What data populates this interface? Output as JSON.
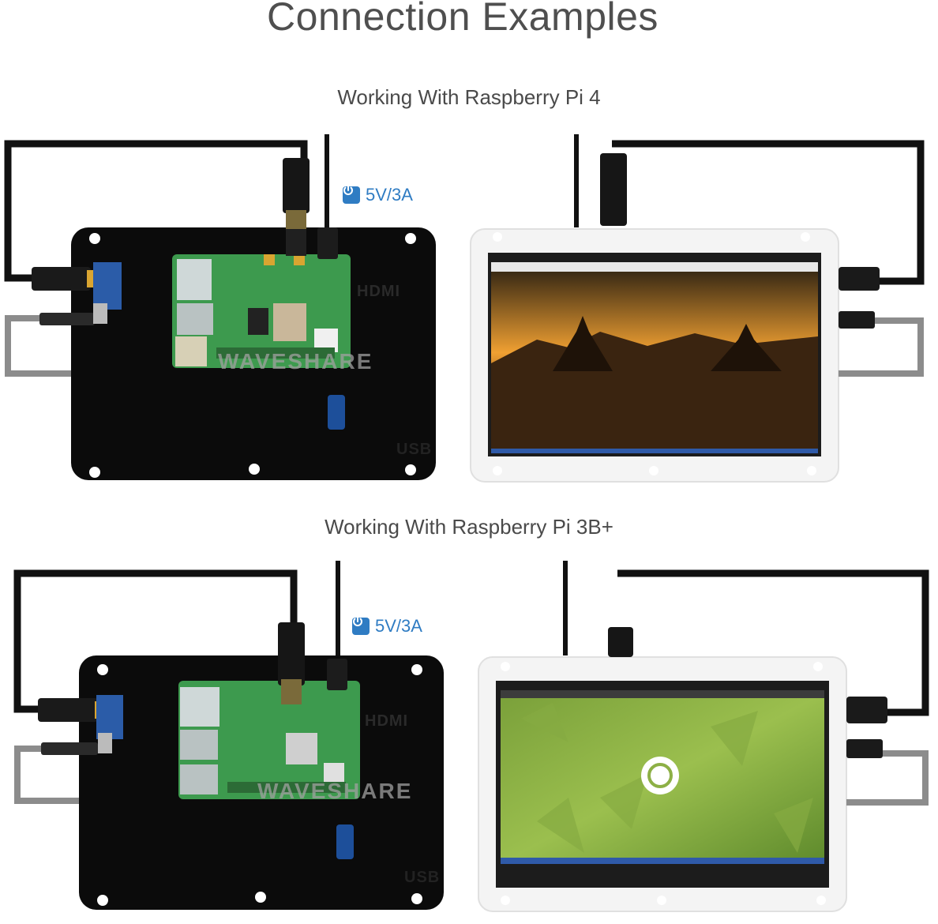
{
  "page": {
    "title": "Connection Examples"
  },
  "sections": [
    {
      "title": "Working With Raspberry Pi 4",
      "power_label": "5V/3A",
      "port_labels": {
        "hdmi": "HDMI",
        "usb": "USB"
      },
      "brand": "WAVESHARE",
      "icons": {
        "power": "power-icon"
      },
      "screen": "sunset-temple-wallpaper"
    },
    {
      "title": "Working With Raspberry Pi 3B+",
      "power_label": "5V/3A",
      "port_labels": {
        "hdmi": "HDMI",
        "usb": "USB"
      },
      "brand": "WAVESHARE",
      "icons": {
        "power": "power-icon"
      },
      "screen": "ubuntu-mate-desktop"
    }
  ],
  "colors": {
    "accent_blue": "#2f7cc3",
    "pcb_green": "#3d9a4e",
    "panel_black": "#0b0b0b"
  }
}
